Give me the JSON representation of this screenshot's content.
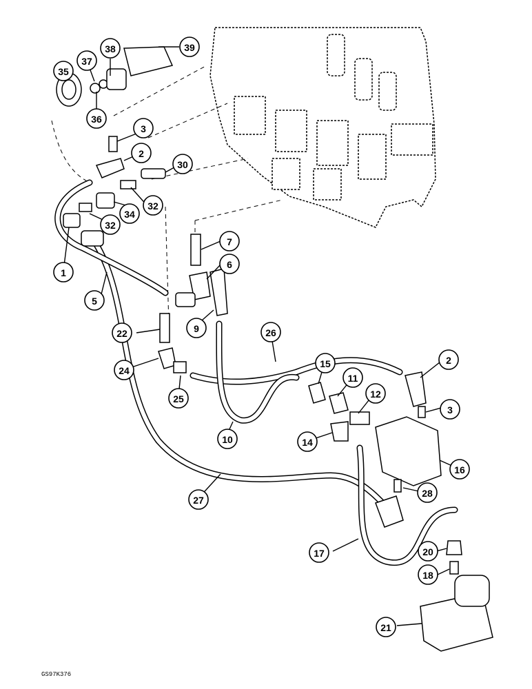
{
  "diagram": {
    "reference_code": "GS97K376",
    "callouts": [
      {
        "id": "c35",
        "label": "35"
      },
      {
        "id": "c37",
        "label": "37"
      },
      {
        "id": "c38",
        "label": "38"
      },
      {
        "id": "c39",
        "label": "39"
      },
      {
        "id": "c36",
        "label": "36"
      },
      {
        "id": "c3a",
        "label": "3"
      },
      {
        "id": "c2a",
        "label": "2"
      },
      {
        "id": "c30",
        "label": "30"
      },
      {
        "id": "c32a",
        "label": "32"
      },
      {
        "id": "c34",
        "label": "34"
      },
      {
        "id": "c32b",
        "label": "32"
      },
      {
        "id": "c1",
        "label": "1"
      },
      {
        "id": "c7",
        "label": "7"
      },
      {
        "id": "c6",
        "label": "6"
      },
      {
        "id": "c5",
        "label": "5"
      },
      {
        "id": "c9",
        "label": "9"
      },
      {
        "id": "c22",
        "label": "22"
      },
      {
        "id": "c26",
        "label": "26"
      },
      {
        "id": "c24",
        "label": "24"
      },
      {
        "id": "c25",
        "label": "25"
      },
      {
        "id": "c15",
        "label": "15"
      },
      {
        "id": "c11",
        "label": "11"
      },
      {
        "id": "c12",
        "label": "12"
      },
      {
        "id": "c2b",
        "label": "2"
      },
      {
        "id": "c3b",
        "label": "3"
      },
      {
        "id": "c10",
        "label": "10"
      },
      {
        "id": "c14",
        "label": "14"
      },
      {
        "id": "c16",
        "label": "16"
      },
      {
        "id": "c27",
        "label": "27"
      },
      {
        "id": "c28",
        "label": "28"
      },
      {
        "id": "c17",
        "label": "17"
      },
      {
        "id": "c20",
        "label": "20"
      },
      {
        "id": "c18",
        "label": "18"
      },
      {
        "id": "c21",
        "label": "21"
      }
    ]
  }
}
